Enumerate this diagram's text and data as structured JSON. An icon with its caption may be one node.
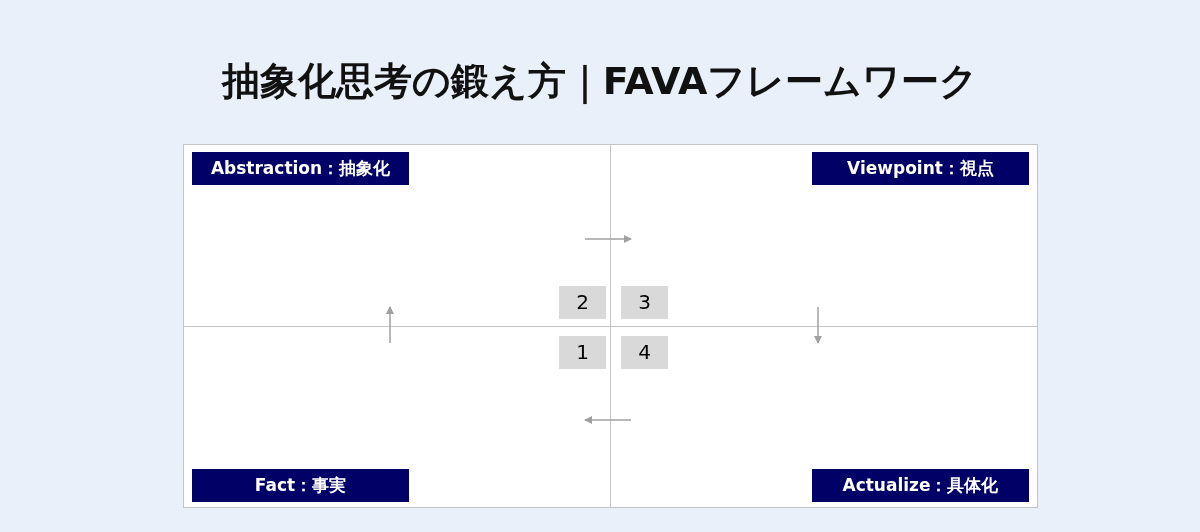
{
  "diagram": {
    "title": "抽象化思考の鍛え方｜FAVAフレームワーク",
    "nodes": [
      {
        "text": [
          "Abstraction：抽象化"
        ]
      },
      {
        "text": [
          "Viewpoint：視点"
        ]
      },
      {
        "text": [
          "2"
        ],
        "in": 0
      },
      {
        "text": [
          "3"
        ],
        "in": 1
      },
      {
        "text": [
          "Fact：事実"
        ]
      },
      {
        "text": [
          "Actualize：具体化"
        ]
      },
      {
        "text": [
          "1"
        ],
        "in": 4
      },
      {
        "text": [
          "4"
        ],
        "in": 5
      }
    ]
  }
}
